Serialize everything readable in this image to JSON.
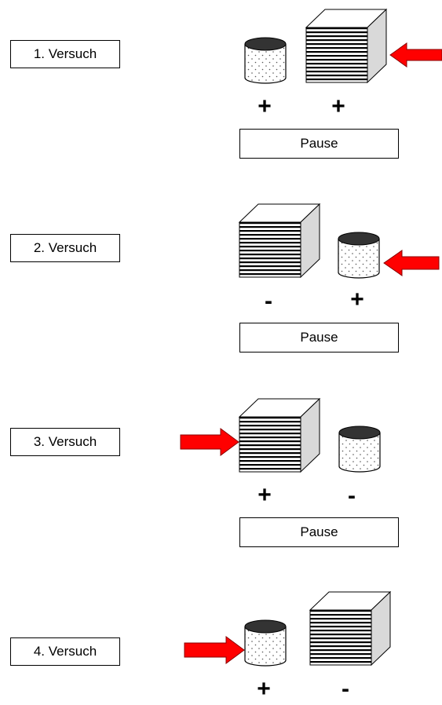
{
  "trials": [
    {
      "label": "1. Versuch",
      "sign_left": "+",
      "sign_right": "+",
      "pause": "Pause",
      "arrow_target": "cube",
      "arrow_direction": "left"
    },
    {
      "label": "2. Versuch",
      "sign_left": "-",
      "sign_right": "+",
      "pause": "Pause",
      "arrow_target": "cylinder",
      "arrow_direction": "left"
    },
    {
      "label": "3. Versuch",
      "sign_left": "+",
      "sign_right": "-",
      "pause": "Pause",
      "arrow_target": "cube",
      "arrow_direction": "right"
    },
    {
      "label": "4. Versuch",
      "sign_left": "+",
      "sign_right": "-",
      "arrow_target": "cylinder",
      "arrow_direction": "right"
    }
  ],
  "colors": {
    "arrow": "#ff0000",
    "stroke": "#000000",
    "cube_side": "#d9d9d9",
    "cylinder_top": "#333333"
  }
}
